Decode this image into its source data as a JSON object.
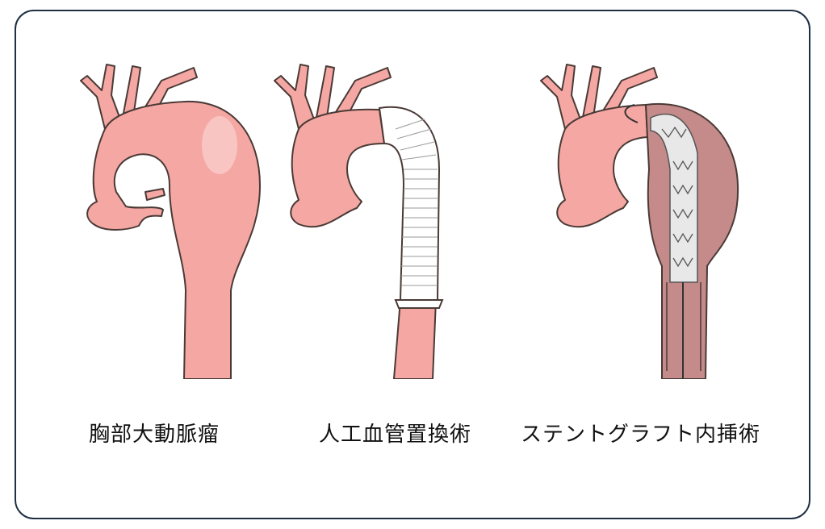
{
  "colors": {
    "frame_border": "#1f2f44",
    "vessel_fill": "#f5a7a3",
    "vessel_outline": "#4a3a36",
    "graft_fill": "#ffffff",
    "graft_lines": "#9a9a9a",
    "stent_wire": "#555555",
    "aneurysm_sac": "#c58a8a"
  },
  "panels": [
    {
      "caption": "胸部大動脈瘤",
      "illustration": "aortic-aneurysm-icon"
    },
    {
      "caption": "人工血管置換術",
      "illustration": "artificial-graft-icon"
    },
    {
      "caption": "ステントグラフト内挿術",
      "illustration": "stent-graft-icon"
    }
  ]
}
